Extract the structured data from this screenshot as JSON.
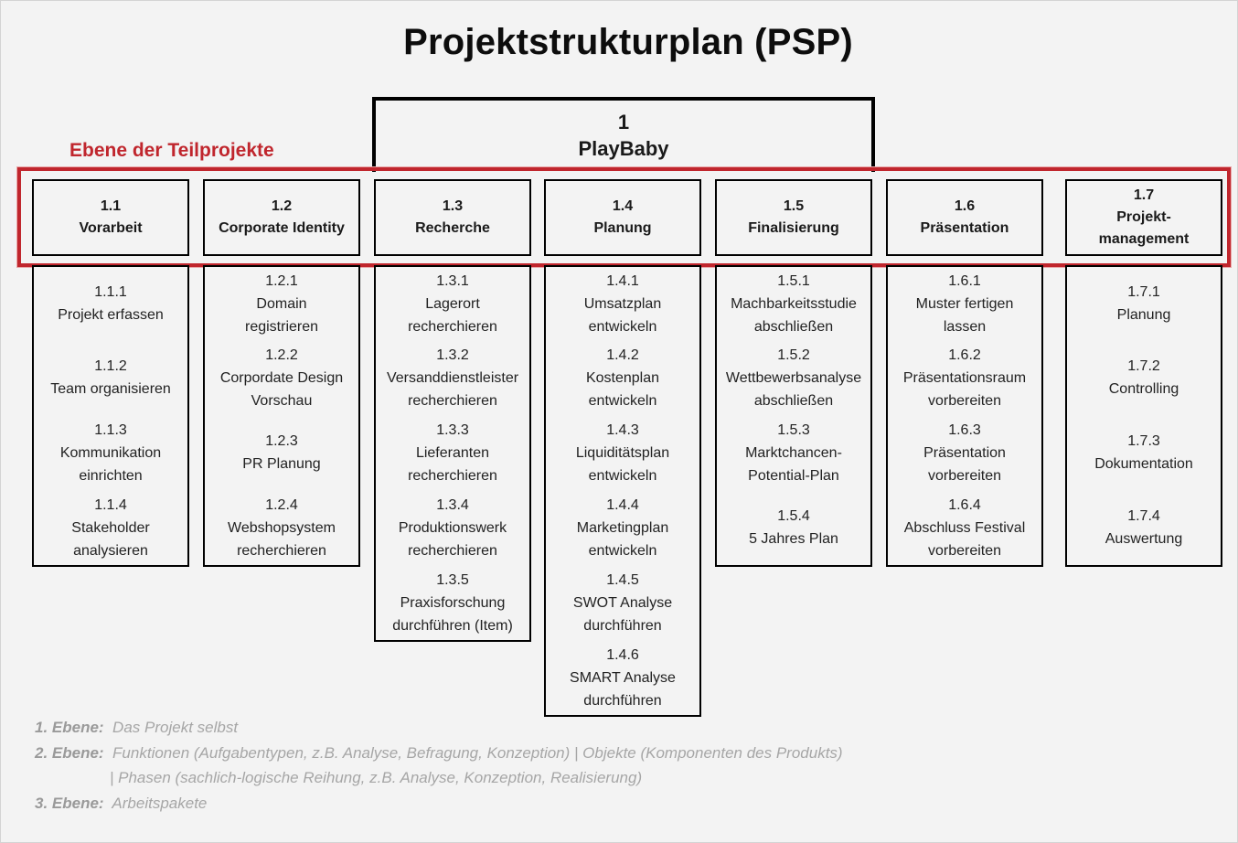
{
  "title": "Projektstrukturplan (PSP)",
  "root": {
    "number": "1",
    "name": "PlayBaby"
  },
  "level_label": "Ebene der Teilprojekte",
  "colors": {
    "accent_red": "#c0262d",
    "border": "#000000",
    "background": "#f3f3f3",
    "legend_gray": "#a6a6a6"
  },
  "columns": [
    {
      "number": "1.1",
      "name": "Vorarbeit",
      "tasks": [
        {
          "number": "1.1.1",
          "name": "Projekt erfassen"
        },
        {
          "number": "1.1.2",
          "name": "Team organisieren"
        },
        {
          "number": "1.1.3",
          "name": "Kommunikation\neinrichten"
        },
        {
          "number": "1.1.4",
          "name": "Stakeholder\nanalysieren"
        }
      ]
    },
    {
      "number": "1.2",
      "name": "Corporate Identity",
      "tasks": [
        {
          "number": "1.2.1",
          "name": "Domain\nregistrieren"
        },
        {
          "number": "1.2.2",
          "name": "Corpordate Design\nVorschau"
        },
        {
          "number": "1.2.3",
          "name": "PR Planung"
        },
        {
          "number": "1.2.4",
          "name": "Webshopsystem\nrecherchieren"
        }
      ]
    },
    {
      "number": "1.3",
      "name": "Recherche",
      "tasks": [
        {
          "number": "1.3.1",
          "name": "Lagerort\nrecherchieren"
        },
        {
          "number": "1.3.2",
          "name": "Versanddienstleister\nrecherchieren"
        },
        {
          "number": "1.3.3",
          "name": "Lieferanten\nrecherchieren"
        },
        {
          "number": "1.3.4",
          "name": "Produktionswerk\nrecherchieren"
        },
        {
          "number": "1.3.5",
          "name": "Praxisforschung\ndurchführen (Item)"
        }
      ]
    },
    {
      "number": "1.4",
      "name": "Planung",
      "tasks": [
        {
          "number": "1.4.1",
          "name": "Umsatzplan\nentwickeln"
        },
        {
          "number": "1.4.2",
          "name": "Kostenplan\nentwickeln"
        },
        {
          "number": "1.4.3",
          "name": "Liquiditätsplan\nentwickeln"
        },
        {
          "number": "1.4.4",
          "name": "Marketingplan\nentwickeln"
        },
        {
          "number": "1.4.5",
          "name": "SWOT Analyse\ndurchführen"
        },
        {
          "number": "1.4.6",
          "name": "SMART Analyse\ndurchführen"
        }
      ]
    },
    {
      "number": "1.5",
      "name": "Finalisierung",
      "tasks": [
        {
          "number": "1.5.1",
          "name": "Machbarkeitsstudie\nabschließen"
        },
        {
          "number": "1.5.2",
          "name": "Wettbewerbsanalyse\nabschließen"
        },
        {
          "number": "1.5.3",
          "name": "Marktchancen-\nPotential-Plan"
        },
        {
          "number": "1.5.4",
          "name": "5 Jahres Plan"
        }
      ]
    },
    {
      "number": "1.6",
      "name": "Präsentation",
      "tasks": [
        {
          "number": "1.6.1",
          "name": "Muster fertigen\nlassen"
        },
        {
          "number": "1.6.2",
          "name": "Präsentationsraum\nvorbereiten"
        },
        {
          "number": "1.6.3",
          "name": "Präsentation\nvorbereiten"
        },
        {
          "number": "1.6.4",
          "name": "Abschluss Festival\nvorbereiten"
        }
      ]
    },
    {
      "number": "1.7",
      "name": "Projekt-\nmanagement",
      "tasks": [
        {
          "number": "1.7.1",
          "name": "Planung"
        },
        {
          "number": "1.7.2",
          "name": "Controlling"
        },
        {
          "number": "1.7.3",
          "name": "Dokumentation"
        },
        {
          "number": "1.7.4",
          "name": "Auswertung"
        }
      ]
    }
  ],
  "legend": [
    {
      "label": "1. Ebene:",
      "text": "Das Projekt selbst"
    },
    {
      "label": "2. Ebene:",
      "text": "Funktionen (Aufgabentypen, z.B. Analyse, Befragung, Konzeption) | Objekte (Komponenten des Produkts)"
    },
    {
      "label": "",
      "text": "| Phasen (sachlich-logische Reihung, z.B. Analyse, Konzeption, Realisierung)"
    },
    {
      "label": "3. Ebene:",
      "text": "Arbeitspakete"
    }
  ]
}
